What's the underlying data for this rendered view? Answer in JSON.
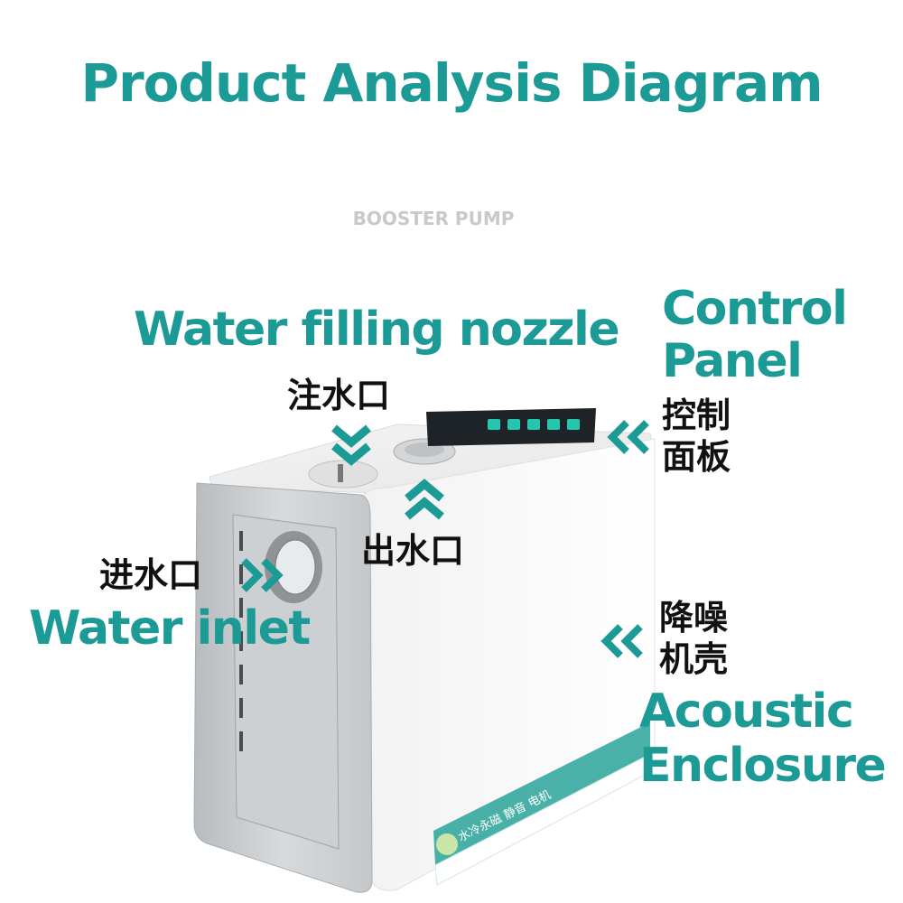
{
  "title": "Product Analysis Diagram",
  "subtitle": "BOOSTER PUMP",
  "labels": {
    "water_filling": {
      "en": "Water filling nozzle",
      "cn": "注水口"
    },
    "outlet": {
      "cn": "出水口"
    },
    "control_panel": {
      "en_line1": "Control",
      "en_line2": "Panel",
      "cn_line1": "控制",
      "cn_line2": "面板"
    },
    "water_inlet": {
      "en": "Water inlet",
      "cn": "进水口"
    },
    "acoustic": {
      "en_line1": "Acoustic",
      "en_line2": "Enclosure",
      "cn_line1": "降噪",
      "cn_line2": "机壳"
    }
  },
  "product_sticker": "水冷永磁 静音 电机",
  "colors": {
    "accent": "#1c9a96",
    "text_dark": "#111111",
    "subtitle": "#c9c9c9"
  },
  "icons": [
    "chevron-down-icon",
    "chevron-up-icon",
    "chevron-left-icon",
    "chevron-right-icon"
  ]
}
